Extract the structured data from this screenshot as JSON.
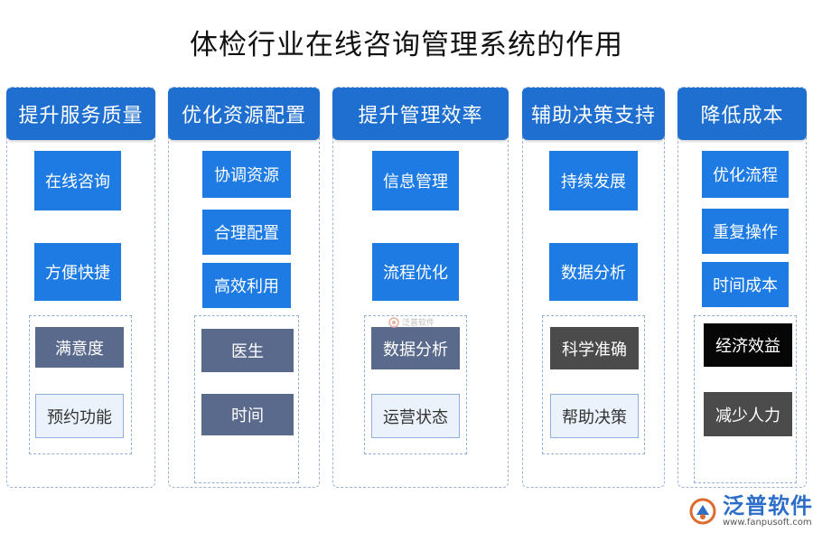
{
  "title": "体检行业在线咨询管理系统的作用",
  "columns": [
    {
      "header": "提升服务质量",
      "items": [
        "在线咨询",
        "方便快捷"
      ],
      "sub_items": [
        "满意度",
        "预约功能"
      ]
    },
    {
      "header": "优化资源配置",
      "items": [
        "协调资源",
        "合理配置",
        "高效利用"
      ],
      "sub_items": [
        "医生",
        "时间"
      ]
    },
    {
      "header": "提升管理效率",
      "items": [
        "信息管理",
        "流程优化"
      ],
      "sub_items": [
        "数据分析",
        "运营状态"
      ]
    },
    {
      "header": "辅助决策支持",
      "items": [
        "持续发展",
        "数据分析"
      ],
      "sub_items": [
        "科学准确",
        "帮助决策"
      ]
    },
    {
      "header": "降低成本",
      "items": [
        "优化流程",
        "重复操作",
        "时间成本"
      ],
      "sub_items": [
        "经济效益",
        "减少人力"
      ]
    }
  ],
  "watermark": "泛普软件",
  "logo": {
    "name": "泛普软件",
    "url": "www.fanpusoft.com"
  },
  "colors": {
    "header": "#1f6fd0",
    "item": "#1e7be3",
    "slate": "#5a6a8c",
    "dark_gray": "#4b4b4b",
    "black": "#060606",
    "light": "#eaf2fb"
  }
}
